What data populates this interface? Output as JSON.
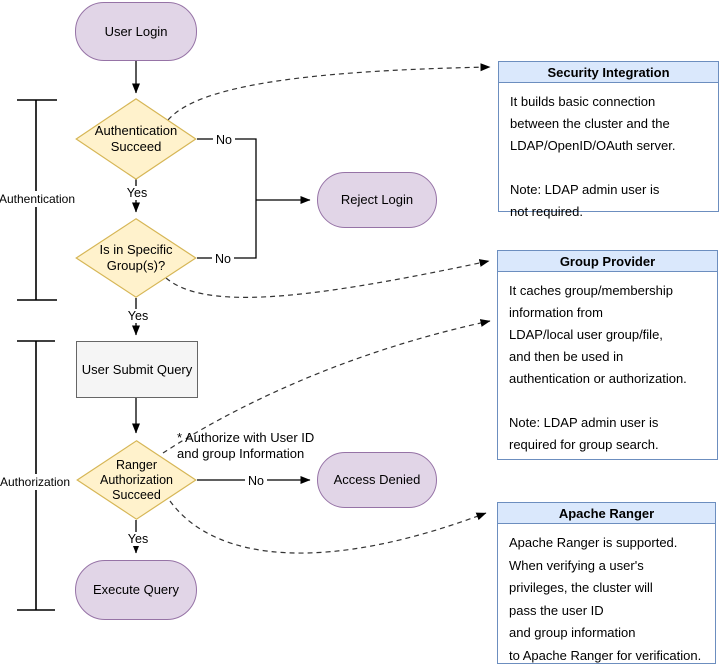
{
  "colors": {
    "node_purple_fill": "#E1D5E7",
    "node_purple_stroke": "#9673A6",
    "node_yellow_fill": "#FFF2CC",
    "node_yellow_stroke": "#D6B656",
    "node_gray_fill": "#F5F5F5",
    "node_gray_stroke": "#666666",
    "box_header_fill": "#DAE8FC",
    "box_stroke": "#6C8EBF",
    "connector": "#000000"
  },
  "flowchart": {
    "nodes": {
      "user_login": {
        "label": "User Login"
      },
      "auth_succeed": {
        "label": "Authentication\nSucceed"
      },
      "in_group": {
        "label": "Is in Specific\nGroup(s)?"
      },
      "reject_login": {
        "label": "Reject Login"
      },
      "user_submit_query": {
        "label": "User Submit Query"
      },
      "ranger_auth": {
        "label": "Ranger\nAuthorization\nSucceed"
      },
      "access_denied": {
        "label": "Access Denied"
      },
      "execute_query": {
        "label": "Execute Query"
      }
    },
    "edge_labels": {
      "auth_no": "No",
      "auth_yes": "Yes",
      "group_no": "No",
      "group_yes": "Yes",
      "ranger_no": "No",
      "ranger_yes": "Yes"
    },
    "annotation": "* Authorize with User ID\nand group Information",
    "brackets": {
      "authentication": "Authentication",
      "authorization": "Authorization"
    }
  },
  "info_boxes": [
    {
      "title": "Security Integration",
      "body": "It builds basic connection\nbetween the cluster and the\nLDAP/OpenID/OAuth server.\n\nNote: LDAP admin user is\nnot required."
    },
    {
      "title": "Group Provider",
      "body": "It caches group/membership\ninformation from\nLDAP/local user group/file,\nand then be used in\nauthentication or authorization.\n\nNote: LDAP admin user is\nrequired for group search."
    },
    {
      "title": "Apache Ranger",
      "body": "Apache Ranger is supported.\nWhen verifying a user's\nprivileges, the cluster will\npass the user ID\nand group information\nto Apache Ranger for verification."
    }
  ]
}
